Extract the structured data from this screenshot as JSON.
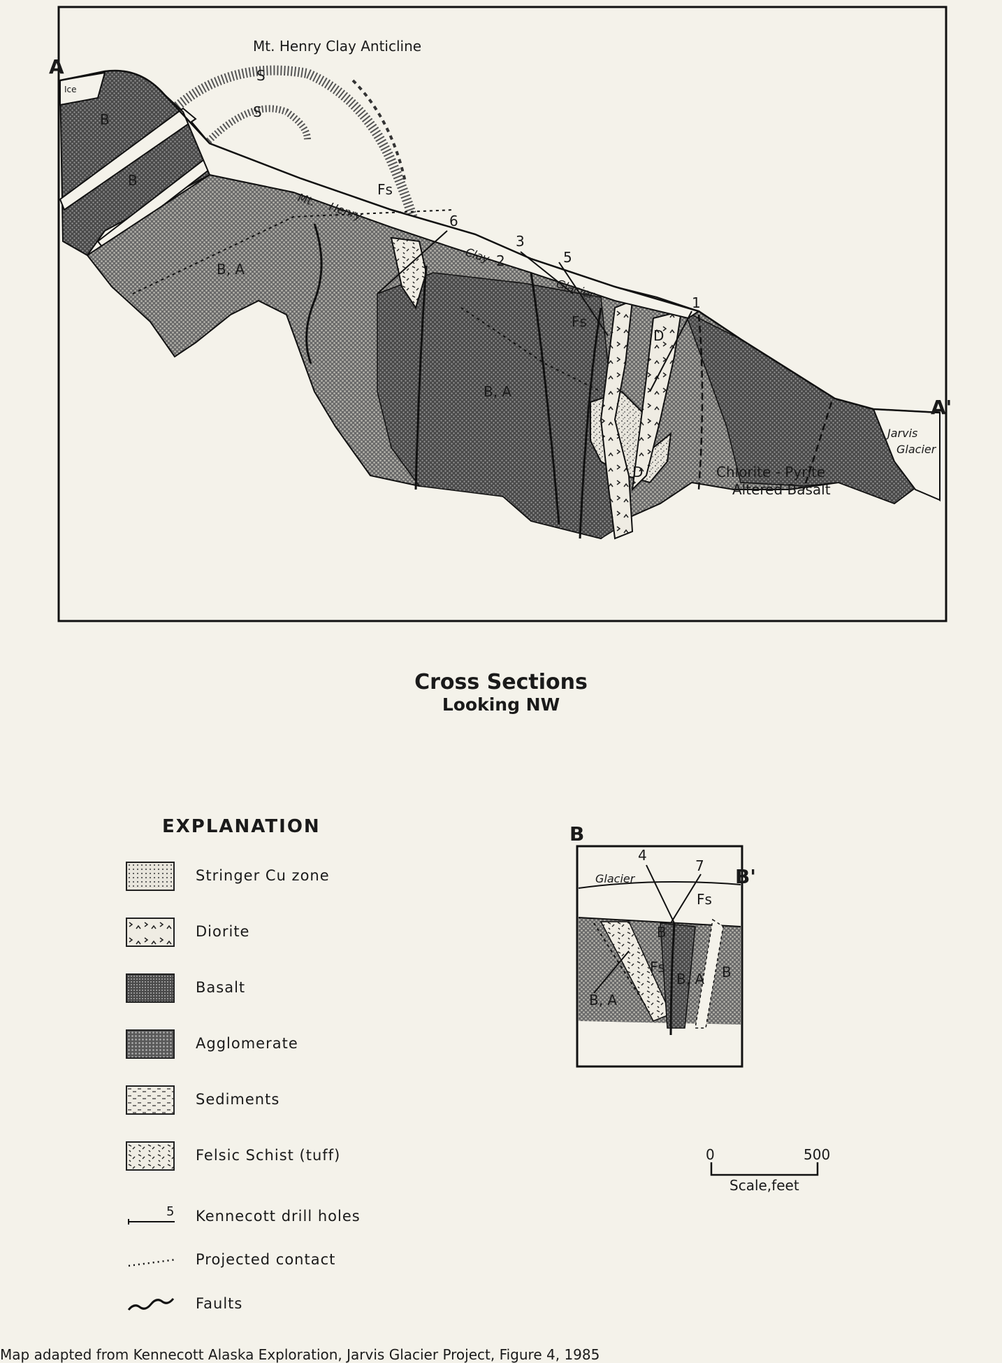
{
  "section_a": {
    "start_label": "A",
    "end_label": "A'",
    "anticline_label": "Mt. Henry Clay Anticline",
    "ice_label": "Ice",
    "glacier_words": [
      "Mt.",
      "Henry",
      "Clay",
      "Glacier"
    ],
    "jarvis_label_1": "Jarvis",
    "jarvis_label_2": "Glacier",
    "alteration_label_1": "Chlorite - Pyrite",
    "alteration_label_2": "Altered Basalt",
    "unit_labels": [
      "B",
      "B",
      "B, A",
      "B, A",
      "Fs",
      "Fs",
      "S",
      "S",
      "D",
      "D"
    ],
    "drill_hole_numbers": [
      "6",
      "3",
      "2",
      "5",
      "1"
    ]
  },
  "section_title": {
    "line1": "Cross  Sections",
    "line2": "Looking  NW"
  },
  "section_b": {
    "start_label": "B",
    "end_label": "B'",
    "glacier_label": "Glacier",
    "drill_hole_numbers": [
      "4",
      "7"
    ],
    "unit_labels": [
      "Fs",
      "B",
      "Fs",
      "B, A",
      "B",
      "B, A"
    ]
  },
  "legend": {
    "heading": "EXPLANATION",
    "items": [
      {
        "label": "Stringer Cu zone",
        "icon": "stipple-swatch"
      },
      {
        "label": "Diorite",
        "icon": "diorite-swatch"
      },
      {
        "label": "Basalt",
        "icon": "basalt-swatch"
      },
      {
        "label": "Agglomerate",
        "icon": "agglomerate-swatch"
      },
      {
        "label": "Sediments",
        "icon": "sediments-swatch"
      },
      {
        "label": "Felsic  Schist (tuff)",
        "icon": "felsic-schist-swatch"
      },
      {
        "label": "Kennecott  drill holes",
        "icon": "drill-hole-symbol",
        "symbol_number": "5"
      },
      {
        "label": "Projected  contact",
        "icon": "dotted-line-symbol"
      },
      {
        "label": "Faults",
        "icon": "wavy-line-symbol"
      }
    ]
  },
  "scale": {
    "min_label": "0",
    "max_label": "500",
    "unit_label": "Scale,feet"
  },
  "caption": "Map adapted from Kennecott Alaska Exploration, Jarvis Glacier Project, Figure 4, 1985",
  "colors": {
    "paper": "#f4f2ea",
    "ink": "#1a1a1a",
    "dark_unit": "#3a3a3a",
    "mid_unit": "#6a6a6a",
    "light_unit": "#d9d6cc"
  }
}
